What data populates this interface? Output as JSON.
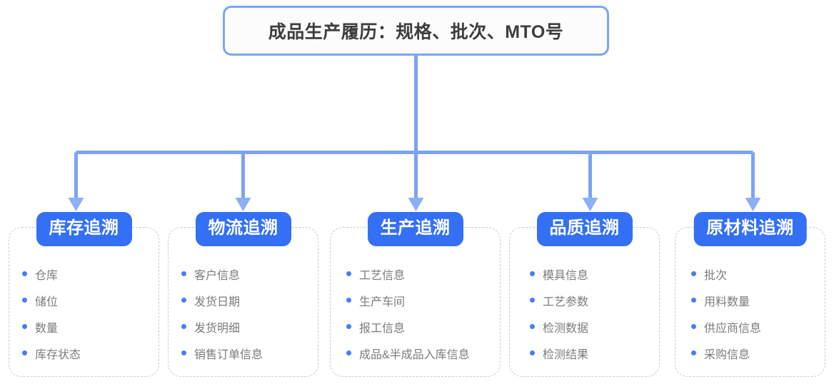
{
  "diagram": {
    "root": {
      "title": "成品生产履历：规格、批次、MTO号"
    },
    "colors": {
      "pill_blue": "#3370f5",
      "connector_blue": "#7ba4f7",
      "bullet_blue": "#4a7cf4",
      "dashed_border_gray": "#c9c9c9",
      "item_text_gray": "#7b7b7b",
      "title_text": "#3d3d3d",
      "background": "#ffffff"
    },
    "categories": [
      {
        "label": "库存追溯",
        "items": [
          "仓库",
          "储位",
          "数量",
          "库存状态"
        ]
      },
      {
        "label": "物流追溯",
        "items": [
          "客户信息",
          "发货日期",
          "发货明细",
          "销售订单信息"
        ]
      },
      {
        "label": "生产追溯",
        "items": [
          "工艺信息",
          "生产车间",
          "报工信息",
          "成品&半成品入库信息"
        ]
      },
      {
        "label": "品质追溯",
        "items": [
          "模具信息",
          "工艺参数",
          "检测数据",
          "检测结果"
        ]
      },
      {
        "label": "原材料追溯",
        "items": [
          "批次",
          "用料数量",
          "供应商信息",
          "采购信息"
        ]
      }
    ]
  }
}
